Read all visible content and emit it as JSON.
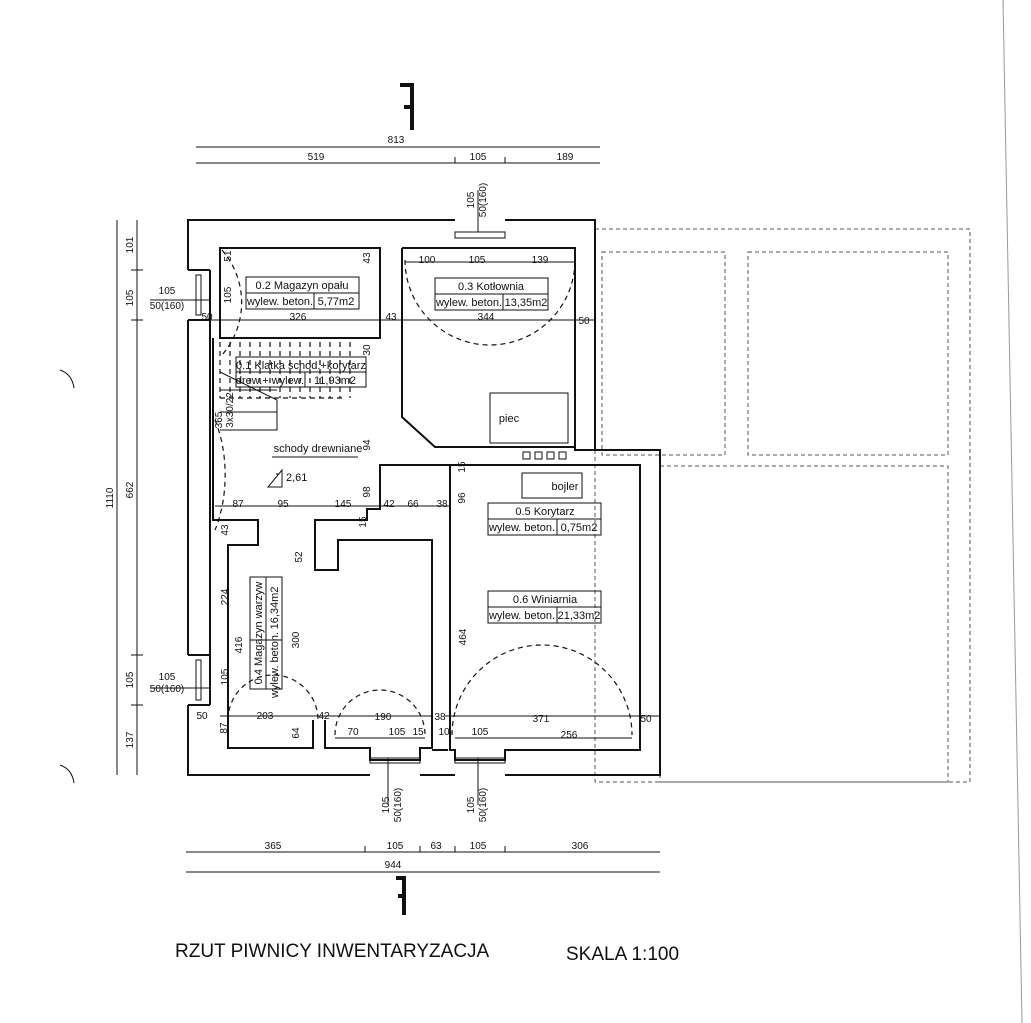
{
  "title": "RZUT PIWNICY INWENTARYZACJA",
  "scale": "SKALA 1:100",
  "rooms": [
    {
      "name": "0.1 Klatka schod.+korytarz",
      "floor": "drew.+ wylew.",
      "area": "11,93m2"
    },
    {
      "name": "0.2 Magazyn opału",
      "floor": "wylew. beton.",
      "area": "5,77m2"
    },
    {
      "name": "0.3 Kotłownia",
      "floor": "wylew. beton.",
      "area": "13,35m2"
    },
    {
      "name": "0.4 Magazyn warzyw",
      "floor": "wylew. beton.",
      "area": "16,34m2"
    },
    {
      "name": "0.5 Korytarz",
      "floor": "wylew. beton.",
      "area": "0,75m2"
    },
    {
      "name": "0.6 Winiarnia",
      "floor": "wylew. beton.",
      "area": "21,33m2"
    }
  ],
  "labels": {
    "piec": "piec",
    "bojler": "bojler",
    "stairs": "schody drewniane",
    "level": "2,61",
    "stair_dim": "3x30/22",
    "stair_dim2": "365"
  },
  "dims": {
    "top_total": "813",
    "top": [
      "519",
      "105",
      "189"
    ],
    "bottom_total": "944",
    "bottom": [
      "365",
      "105",
      "63",
      "105",
      "306"
    ],
    "left_total": "1110",
    "left_mid": "662",
    "left": [
      "101",
      "105",
      "105",
      "137"
    ],
    "window": [
      "105",
      "50(160)"
    ],
    "inner": [
      "100",
      "105",
      "139",
      "51",
      "105",
      "43",
      "50",
      "326",
      "43",
      "344",
      "50",
      "30",
      "94",
      "98",
      "87",
      "95",
      "145",
      "42",
      "66",
      "38",
      "15",
      "15",
      "96",
      "43",
      "52",
      "224",
      "416",
      "300",
      "105",
      "64",
      "87",
      "50",
      "203",
      "42",
      "190",
      "70",
      "105",
      "15",
      "38",
      "10",
      "105",
      "371",
      "256",
      "50",
      "464"
    ]
  }
}
